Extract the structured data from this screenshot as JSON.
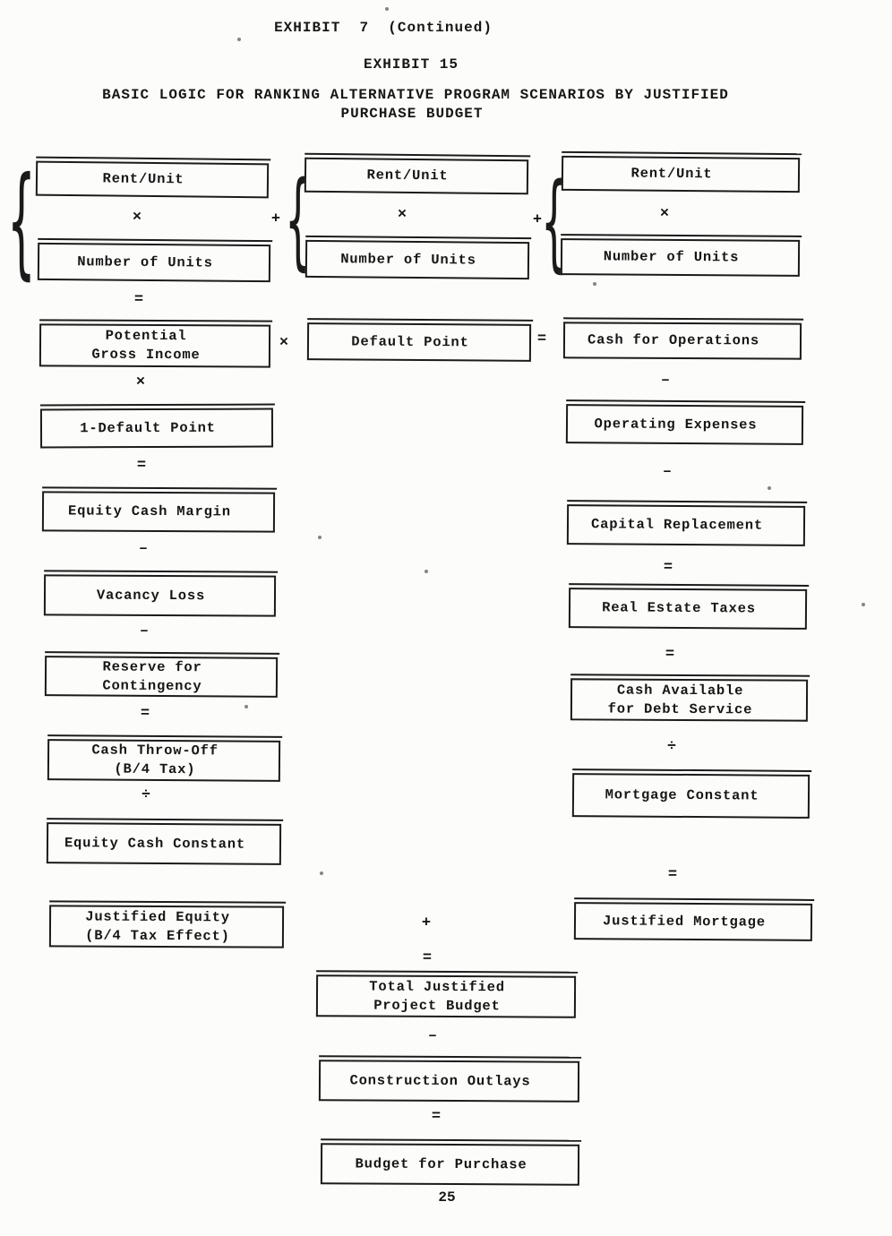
{
  "header": {
    "exhibit_continued": "EXHIBIT  7  (Continued)",
    "exhibit_number": "EXHIBIT 15",
    "title_line1": "BASIC LOGIC FOR RANKING ALTERNATIVE PROGRAM SCENARIOS BY JUSTIFIED",
    "title_line2": "PURCHASE BUDGET"
  },
  "page_number": "25",
  "ops": {
    "multiply": "×",
    "equals": "=",
    "minus": "–",
    "divide": "÷",
    "plus": "+",
    "brace": "{"
  },
  "columns": {
    "equity": {
      "boxes": {
        "rent_unit": "Rent/Unit",
        "number_of_units": "Number of Units",
        "potential_gross_income": "Potential\nGross Income",
        "one_minus_default_point": "1-Default Point",
        "equity_cash_margin": "Equity Cash Margin",
        "vacancy_loss": "Vacancy Loss",
        "reserve_for_contingency": "Reserve for\nContingency",
        "cash_throw_off": "Cash Throw-Off\n(B/4 Tax)",
        "equity_cash_constant": "Equity Cash Constant",
        "justified_equity": "Justified Equity\n(B/4 Tax Effect)"
      }
    },
    "default_point": {
      "boxes": {
        "rent_unit": "Rent/Unit",
        "number_of_units": "Number of Units",
        "default_point": "Default Point",
        "total_justified_project_budget": "Total Justified\nProject Budget",
        "construction_outlays": "Construction Outlays",
        "budget_for_purchase": "Budget for Purchase"
      }
    },
    "mortgage": {
      "boxes": {
        "rent_unit": "Rent/Unit",
        "number_of_units": "Number of Units",
        "cash_for_operations": "Cash for Operations",
        "operating_expenses": "Operating Expenses",
        "capital_replacement": "Capital Replacement",
        "real_estate_taxes": "Real Estate Taxes",
        "cash_available_for_debt_service": "Cash Available\nfor Debt Service",
        "mortgage_constant": "Mortgage Constant",
        "justified_mortgage": "Justified Mortgage"
      }
    }
  }
}
